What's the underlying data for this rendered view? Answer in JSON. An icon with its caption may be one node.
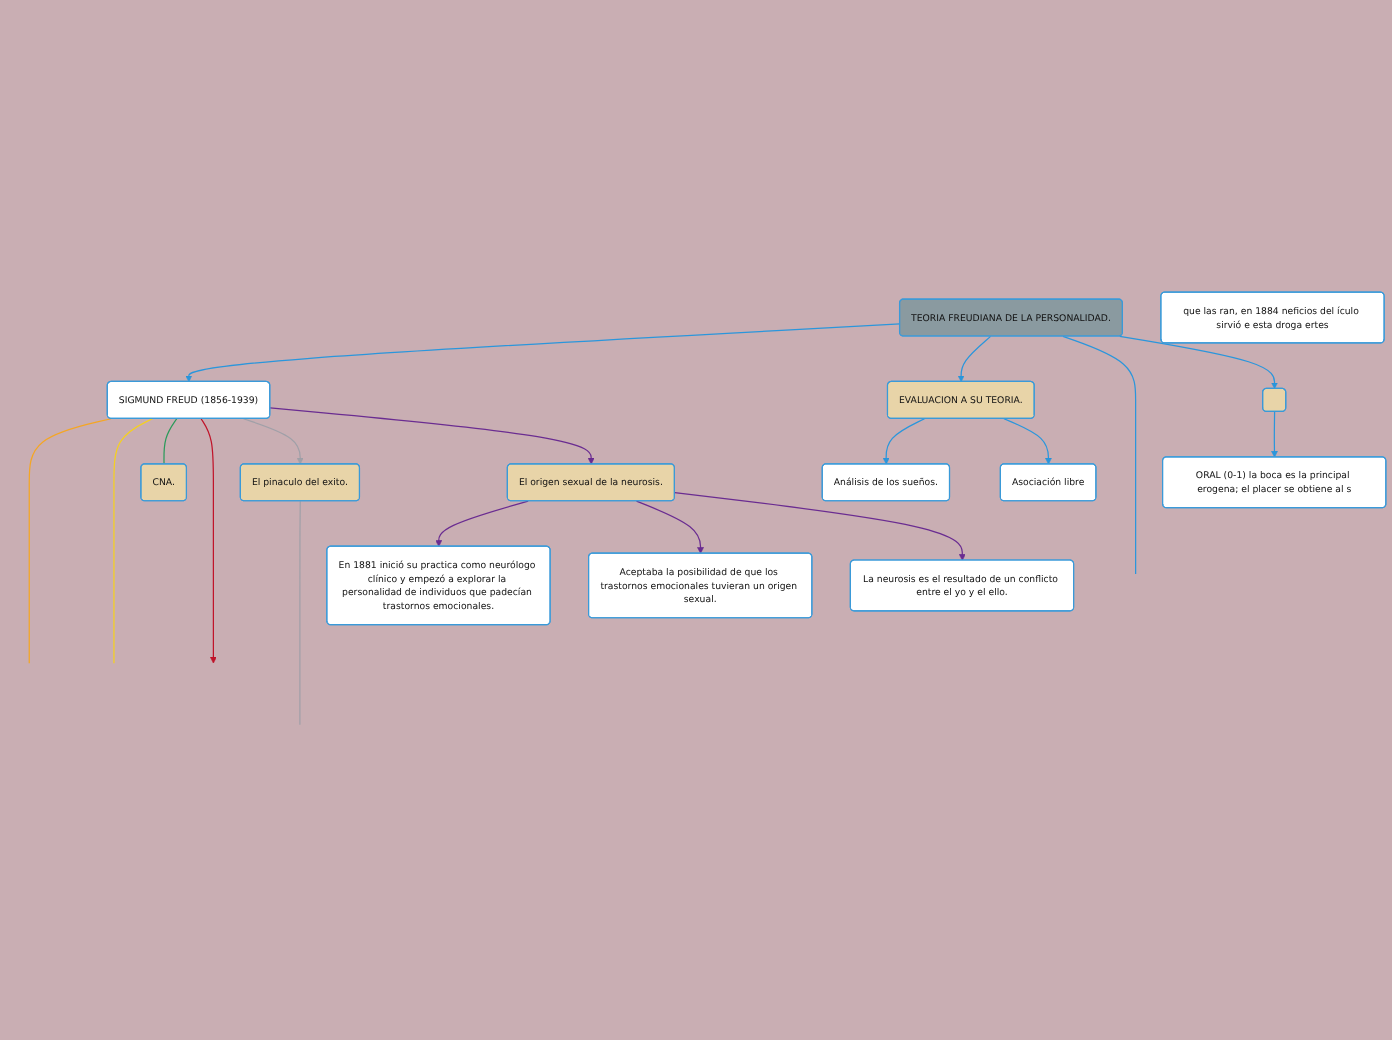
{
  "diagram": {
    "nodes": [
      {
        "text": [
          "TEORIA FREUDIANA DE LA PERSONALIDAD."
        ]
      },
      {
        "text": [
          "SIGMUND FREUD (1856-1939)"
        ]
      },
      {
        "text": [
          "EVALUACION A SU TEORIA."
        ]
      },
      {
        "text": [
          "Análisis de los sueños."
        ]
      },
      {
        "text": [
          "Asociación libre"
        ]
      },
      {
        "text": [
          "CNA."
        ]
      },
      {
        "text": [
          "El origen sexual de la neurosis."
        ]
      },
      {
        "text": [
          "que las ran, en 1884 neficios del ículo sirvió e esta droga ertes"
        ]
      },
      {
        "text": [
          "En 1881 inició su practica como neurólogo clínico y empezó a explorar la personalidad de individuos que padecían trastornos emocionales."
        ]
      },
      {
        "text": [
          "Aceptaba la posibilidad de que los trastornos emocionales tuvieran un origen sexual."
        ]
      },
      {
        "text": [
          "La neurosis es el resultado de un conflicto entre el yo y el ello."
        ]
      },
      {
        "text": [
          "El pinaculo del exito."
        ]
      },
      {
        "text": [],
        "shape": "box"
      },
      {
        "text": [
          "ORAL (0-1) la boca es la principal erogena; el placer se obtiene al s"
        ]
      }
    ],
    "edges": [
      {
        "from": 0,
        "to": 1,
        "arrow": "to"
      },
      {
        "from": 0,
        "to": 2,
        "arrow": "to"
      },
      {
        "from": 0,
        "to": null,
        "arrow": "none"
      },
      {
        "from": 0,
        "to": 12,
        "arrow": "to"
      },
      {
        "from": 2,
        "to": 3,
        "arrow": "to"
      },
      {
        "from": 2,
        "to": 4,
        "arrow": "to"
      },
      {
        "from": 1,
        "to": null,
        "arrow": "none",
        "color": "#f5a623"
      },
      {
        "from": 1,
        "to": null,
        "arrow": "none",
        "color": "#f5d020"
      },
      {
        "from": 1,
        "to": 5,
        "arrow": "none",
        "color": "#2a9a5a"
      },
      {
        "from": 1,
        "to": null,
        "arrow": "to",
        "color": "#c0142a"
      },
      {
        "from": 1,
        "to": 11,
        "arrow": "to",
        "color": "#a0a0a8"
      },
      {
        "from": 1,
        "to": 6,
        "arrow": "to",
        "color": "#6a2c91"
      },
      {
        "from": 6,
        "to": 8,
        "arrow": "to",
        "color": "#6a2c91"
      },
      {
        "from": 6,
        "to": 9,
        "arrow": "to",
        "color": "#6a2c91"
      },
      {
        "from": 6,
        "to": 10,
        "arrow": "to",
        "color": "#6a2c91"
      },
      {
        "from": 11,
        "to": null,
        "arrow": "none",
        "color": "#a0a0a8"
      },
      {
        "from": 12,
        "to": 13,
        "arrow": "to"
      }
    ]
  }
}
